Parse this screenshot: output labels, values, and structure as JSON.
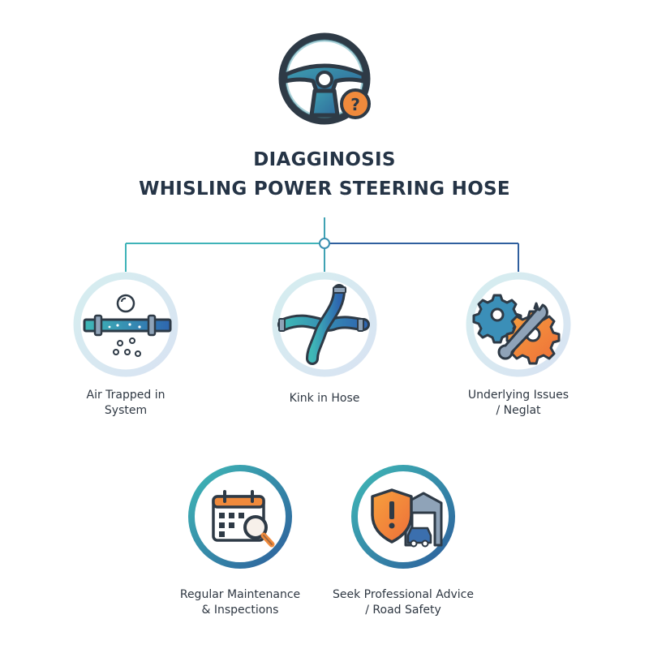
{
  "title": {
    "line1": "DIAGGINOSIS",
    "line2": "WHISLING POWER STEERING HOSE"
  },
  "causes": [
    {
      "line1": "Air Trapped in",
      "line2": "System"
    },
    {
      "line1": "Kink in Hose",
      "line2": ""
    },
    {
      "line1": "Underlying Issues",
      "line2": "/ Neglat"
    }
  ],
  "actions": [
    {
      "line1": "Regular Maintenance",
      "line2": "& Inspections"
    },
    {
      "line1": "Seek Professional Advice",
      "line2": "/ Road Safety"
    }
  ],
  "icons": {
    "header": "steering-wheel-question-icon",
    "cause1": "pipe-air-bubbles-icon",
    "cause2": "kinked-hose-icon",
    "cause3": "gears-wrench-icon",
    "action1": "calendar-magnifier-icon",
    "action2": "shield-garage-car-icon"
  },
  "colors": {
    "title": "#253446",
    "teal": "#3fb3b8",
    "blue": "#2f5f9e",
    "orange": "#f08a3c",
    "dark": "#2e3a46"
  }
}
